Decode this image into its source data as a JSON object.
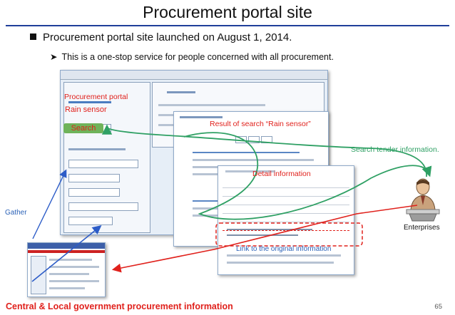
{
  "slide": {
    "title": "Procurement portal site",
    "bullet_main": "Procurement portal site launched on August 1, 2014.",
    "bullet_sub": "This is a one-stop service for people concerned with all procurement.",
    "footer": "Central & Local government procurement information",
    "page_number": "65"
  },
  "labels": {
    "procurement_portal": "Procurement portal",
    "rain_sensor": "Rain sensor",
    "search": "Search",
    "result_of_search": "Result of search “Rain sensor”",
    "detail_information": "Detail information",
    "link_original": "Link to the original information",
    "search_tender": "Search tender information.",
    "enterprises": "Enterprises",
    "gather": "Gather"
  },
  "colors": {
    "title_rule": "#1f3f9a",
    "red": "#e0211c",
    "green_arrow": "#2fa064",
    "blue_arrow": "#2c5cc8",
    "search_button": "#6fb35a"
  }
}
